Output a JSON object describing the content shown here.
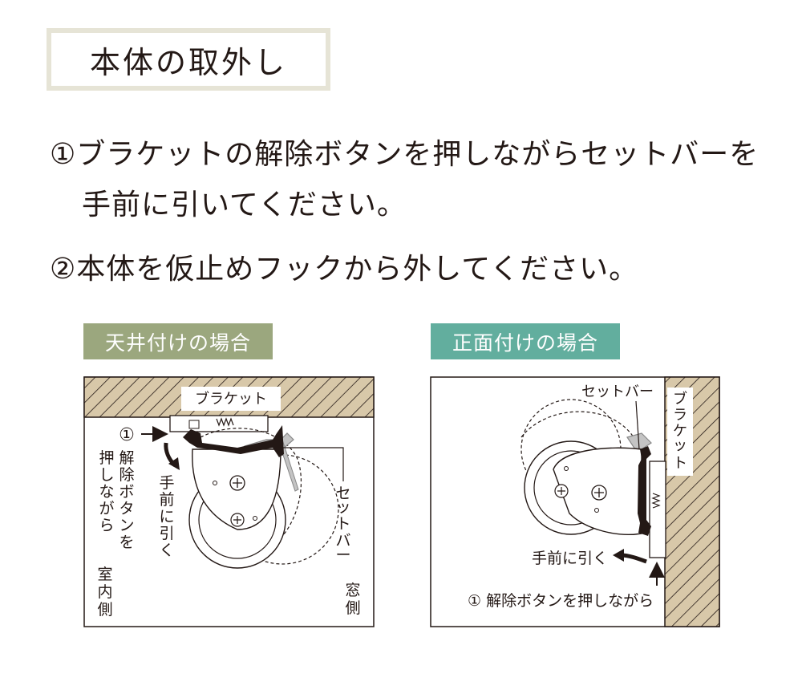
{
  "title": "本体の取外し",
  "steps": [
    "①ブラケットの解除ボタンを押しながらセットバーを",
    "手前に引いてください。",
    "②本体を仮止めフックから外してください。"
  ],
  "ceiling": {
    "badge": "天井付けの場合",
    "label_bracket": "ブラケット",
    "label_circle1": "①",
    "label_release": [
      "解",
      "除",
      "ボ",
      "タ",
      "ン",
      "を"
    ],
    "label_press": [
      "押",
      "し",
      "な",
      "が",
      "ら"
    ],
    "label_pull": [
      "手",
      "前",
      "に",
      "引",
      "く"
    ],
    "label_setbar": [
      "セ",
      "ッ",
      "ト",
      "バ",
      "ー"
    ],
    "label_indoor": [
      "室",
      "内",
      "側"
    ],
    "label_window": [
      "窓",
      "側"
    ]
  },
  "front": {
    "badge": "正面付けの場合",
    "label_setbar": "セットバー",
    "label_bracket": [
      "ブ",
      "ラ",
      "ケ",
      "ッ",
      "ト"
    ],
    "label_pull": "手前に引く",
    "label_release": "① 解除ボタンを押しながら"
  },
  "colors": {
    "ceiling_badge": "#9ba77e",
    "front_badge": "#62ae9e",
    "title_border": "#e6e4d6",
    "wall_fill": "#d8c8a9",
    "ink": "#231815",
    "gray_part": "#c4c4c4"
  }
}
